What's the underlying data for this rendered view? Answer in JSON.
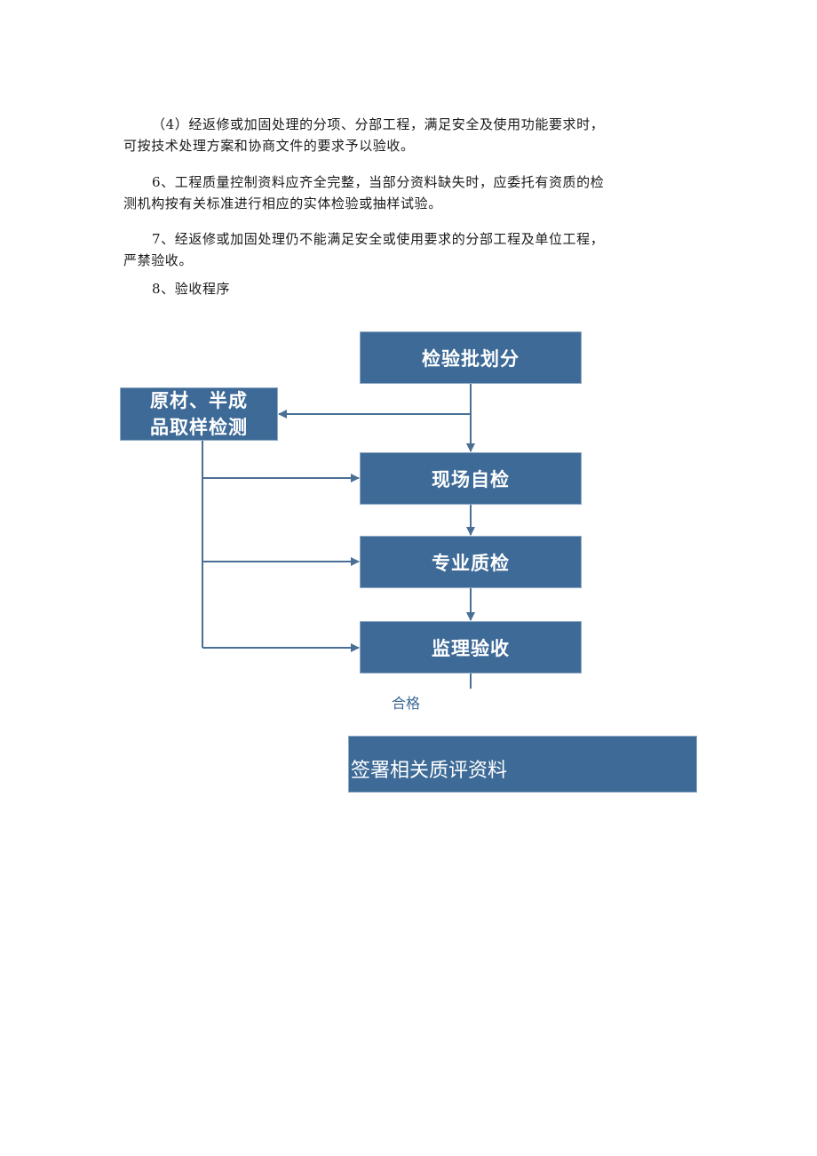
{
  "paragraphs": [
    {
      "line1": "（4）经返修或加固处理的分项、分部工程，满足安全及使用功能要求时，",
      "line2": "可按技术处理方案和协商文件的要求予以验收。"
    },
    {
      "line1": "6、工程质量控制资料应齐全完整，当部分资料缺失时，应委托有资质的检",
      "line2": "测机构按有关标准进行相应的实体检验或抽样试验。"
    },
    {
      "line1": "7、经返修或加固处理仍不能满足安全或使用要求的分部工程及单位工程，",
      "line2": "严禁验收。"
    },
    {
      "line1": "8、验收程序"
    }
  ],
  "flowchart": {
    "colors": {
      "box_fill": "#3d6a96",
      "box_text": "#ffffff",
      "line": "#4a6f95",
      "label": "#3d6a96"
    },
    "nodes": {
      "batch_division": "检验批划分",
      "sampling_line1": "原材、半成",
      "sampling_line2": "品取样检测",
      "site_self_check": "现场自检",
      "professional_check": "专业质检",
      "supervision_acceptance": "监理验收",
      "sign_documents": "签署相关质评资料"
    },
    "edge_labels": {
      "qualified": "合格"
    }
  }
}
